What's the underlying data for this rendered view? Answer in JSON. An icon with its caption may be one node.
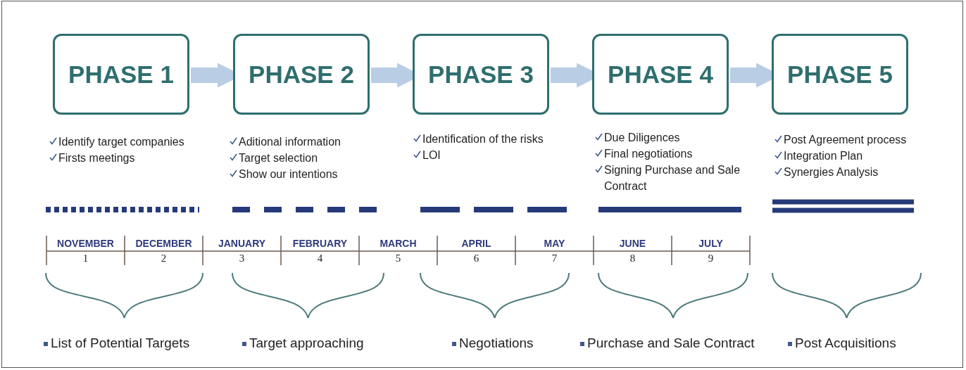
{
  "diagram": {
    "nodes": [
      {
        "text": [
          "PHASE 1"
        ],
        "beside": [
          "Identify target companies",
          "Firsts meetings"
        ]
      },
      {
        "text": [
          "PHASE 2"
        ],
        "beside": [
          "Aditional information",
          "Target selection",
          "Show our intentions"
        ]
      },
      {
        "text": [
          "PHASE 3"
        ],
        "beside": [
          "Identification of the risks",
          "LOI"
        ]
      },
      {
        "text": [
          "PHASE 4"
        ],
        "beside": [
          "Due Diligences",
          "Final negotiations",
          "Signing Purchase and Sale Contract"
        ]
      },
      {
        "text": [
          "PHASE 5"
        ],
        "beside": [
          "Post Agreement process",
          "Integration Plan",
          "Synergies Analysis"
        ]
      }
    ],
    "edges": [
      {
        "from": 0,
        "to": 1,
        "arrow": "to"
      },
      {
        "from": 1,
        "to": 2,
        "arrow": "to"
      },
      {
        "from": 2,
        "to": 3,
        "arrow": "to"
      },
      {
        "from": 3,
        "to": 4,
        "arrow": "to"
      }
    ],
    "labels": [
      "NOVEMBER",
      "DECEMBER",
      "JANUARY",
      "FEBRUARY",
      "MARCH",
      "APRIL",
      "MAY",
      "JUNE",
      "JULY",
      "1",
      "2",
      "3",
      "4",
      "5",
      "6",
      "7",
      "8",
      "9",
      "List of Potential Targets",
      "Target approaching",
      "Negotiations",
      "Purchase and Sale Contract",
      "Post Acquisitions"
    ]
  }
}
